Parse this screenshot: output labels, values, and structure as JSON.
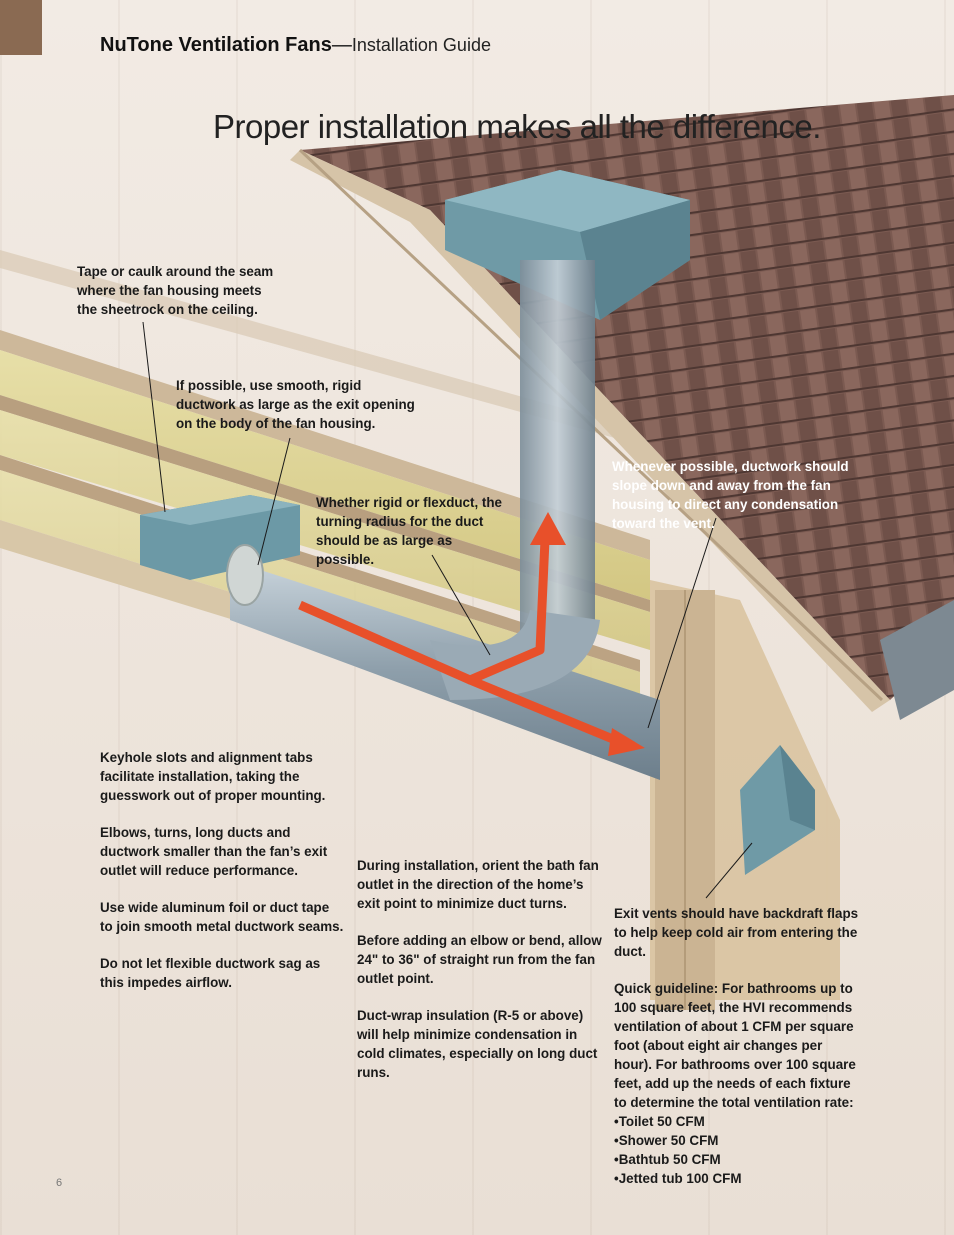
{
  "header": {
    "brand": "NuTone Ventilation Fans",
    "separator": "—",
    "subtitle": "Installation Guide"
  },
  "headline": "Proper installation makes all the difference.",
  "callouts": {
    "tape_caulk": "Tape or caulk around the seam where the fan housing meets the sheetrock on the ceiling.",
    "rigid_ductwork": "If possible, use smooth, rigid ductwork as large as the exit opening on the body of the fan housing.",
    "turning_radius": "Whether rigid or flexduct, the turning radius for the duct should be as large as possible.",
    "slope": "Whenever possible, ductwork should slope down and away from the fan housing to direct any condensation toward the vent.",
    "exit_vents": "Exit vents should have backdraft flaps to help keep cold air from entering the duct."
  },
  "left_tips": [
    "Keyhole slots and alignment tabs facilitate installation, taking the guesswork out of proper mounting.",
    "Elbows, turns, long ducts and ductwork smaller than the fan’s exit outlet will reduce performance.",
    "Use wide aluminum foil or duct tape to join smooth metal ductwork seams.",
    "Do not let flexible ductwork sag as this impedes airflow."
  ],
  "middle_tips": [
    "During installation, orient the bath fan outlet in the direction of the home’s exit point to minimize duct turns.",
    "Before adding an elbow or bend, allow 24\" to 36\" of straight run from the fan outlet point.",
    "Duct-wrap insulation (R-5 or above) will help minimize condensation in cold climates, especially on long duct runs."
  ],
  "guideline": {
    "text": "Quick guideline: For bathrooms up to 100 square feet, the HVI recommends ventilation of about 1 CFM per square foot (about eight air changes per hour). For bathrooms over 100 square feet, add up the needs of each fixture to determine the total ventilation rate:",
    "fixtures": [
      "Toilet 50 CFM",
      "Shower 50 CFM",
      "Bathtub 50 CFM",
      "Jetted tub 100 CFM"
    ]
  },
  "page_number": "6",
  "colors": {
    "tab": "#8a6a52",
    "arrow": "#e8502a",
    "roof": "#7a5a50"
  }
}
